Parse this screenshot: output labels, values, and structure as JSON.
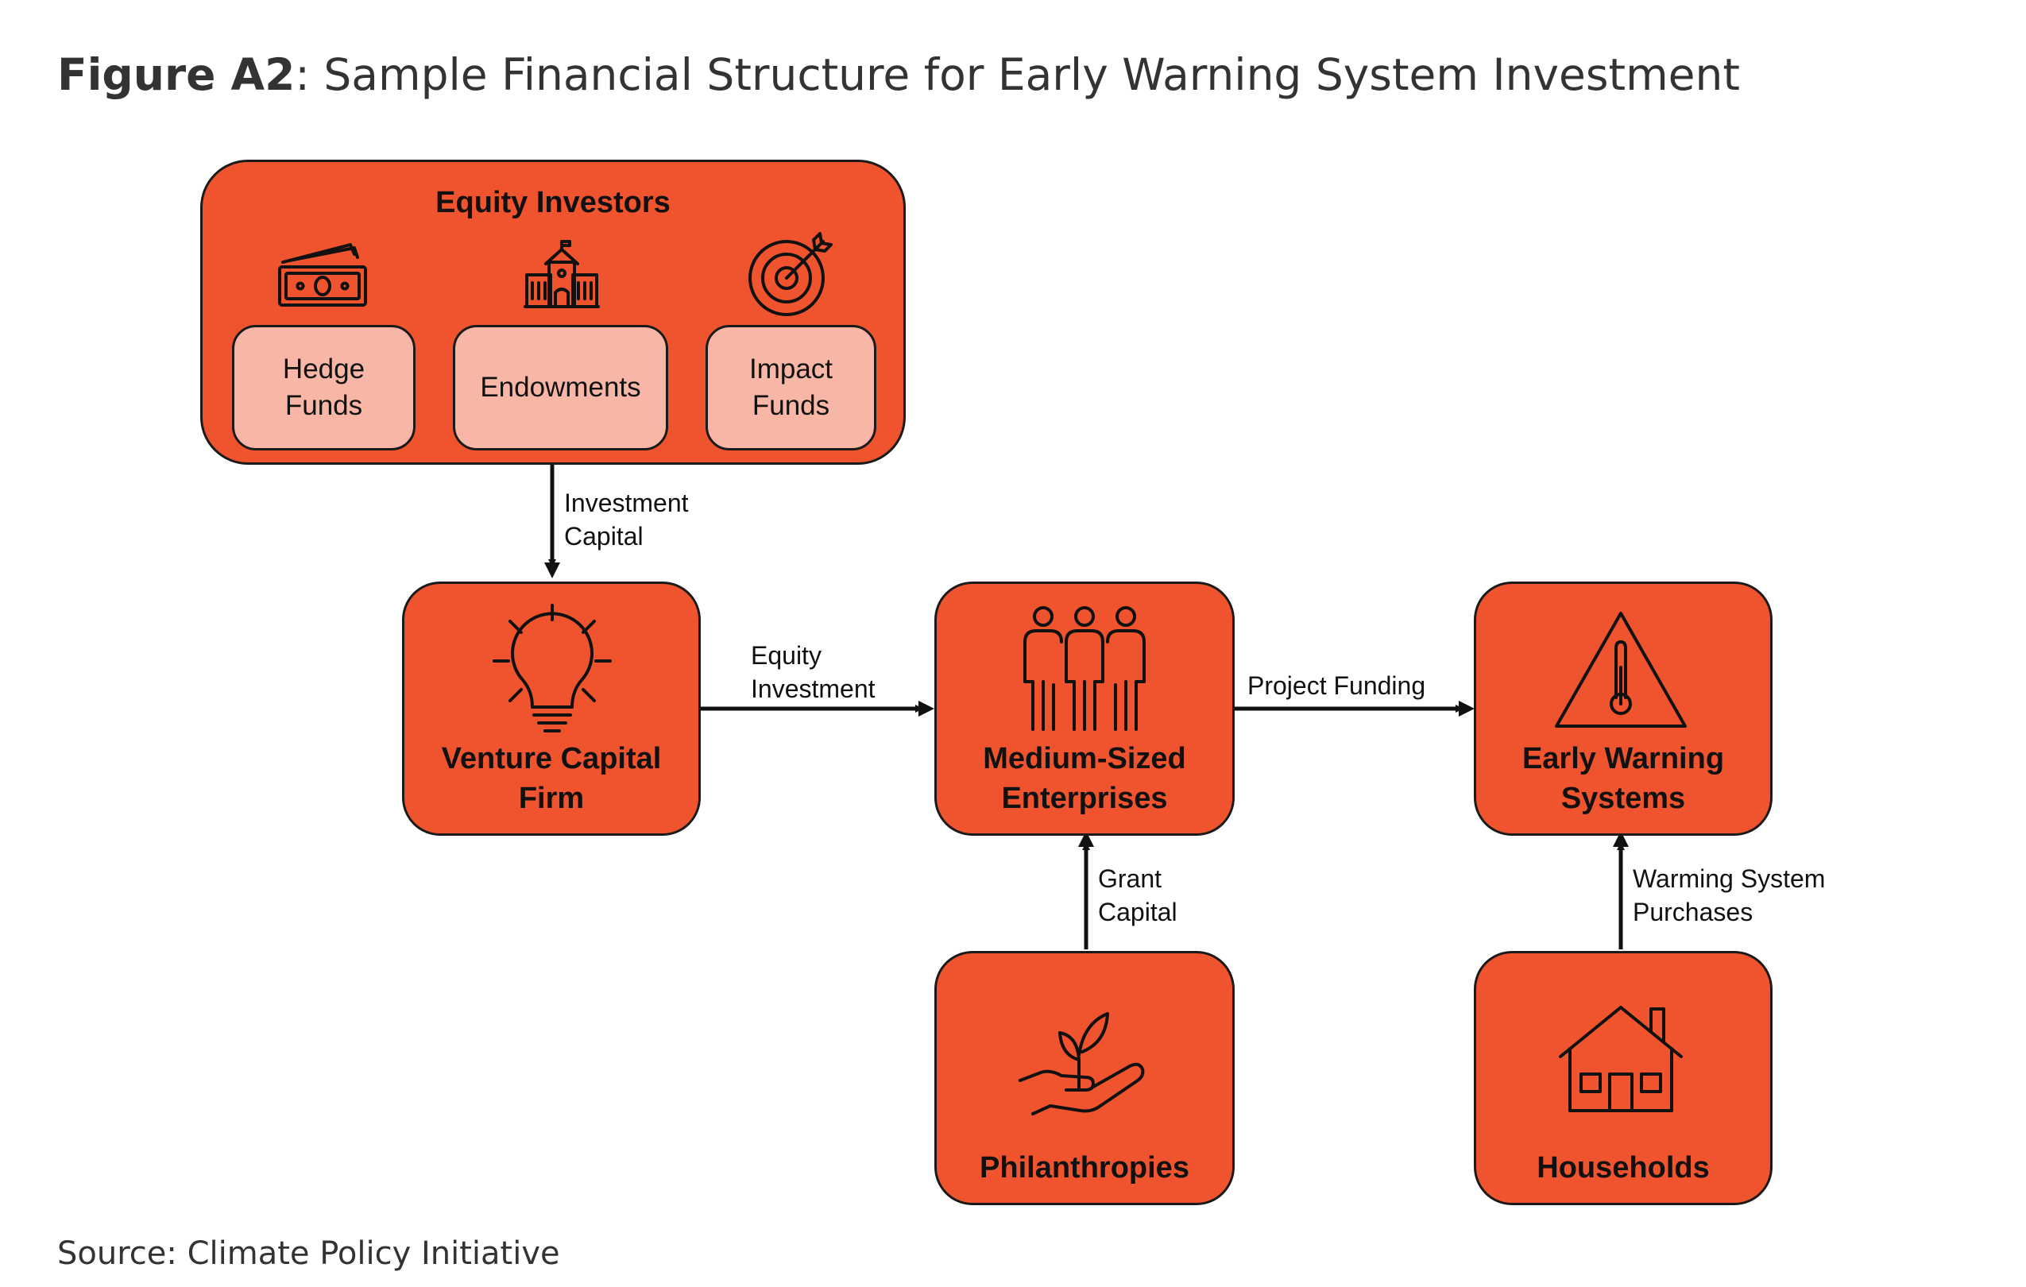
{
  "figure": {
    "title_bold": "Figure A2",
    "title_rest": ": Sample Financial Structure for Early Warning System Investment",
    "source": "Source: Climate Policy Initiative"
  },
  "nodes": {
    "equity_investors": {
      "label": "Equity Investors",
      "children": [
        {
          "label": "Hedge\nFunds",
          "icon": "money-icon"
        },
        {
          "label": "Endowments",
          "icon": "institution-icon"
        },
        {
          "label": "Impact\nFunds",
          "icon": "target-icon"
        }
      ]
    },
    "venture_capital": {
      "label": "Venture Capital\nFirm",
      "icon": "lightbulb-icon"
    },
    "medium_enterprises": {
      "label": "Medium-Sized\nEnterprises",
      "icon": "people-icon"
    },
    "early_warning": {
      "label": "Early Warning\nSystems",
      "icon": "warning-thermometer-icon"
    },
    "philanthropies": {
      "label": "Philanthropies",
      "icon": "hand-plant-icon"
    },
    "households": {
      "label": "Households",
      "icon": "house-icon"
    }
  },
  "flows": [
    {
      "from": "equity_investors",
      "to": "venture_capital",
      "label": "Investment\nCapital"
    },
    {
      "from": "venture_capital",
      "to": "medium_enterprises",
      "label": "Equity\nInvestment"
    },
    {
      "from": "medium_enterprises",
      "to": "early_warning",
      "label": "Project Funding"
    },
    {
      "from": "philanthropies",
      "to": "medium_enterprises",
      "label": "Grant\nCapital"
    },
    {
      "from": "households",
      "to": "early_warning",
      "label": "Warming System\nPurchases"
    }
  ],
  "colors": {
    "node_fill": "#f0542e",
    "sub_fill": "#f8b7a6",
    "outline": "#1a1a1a"
  }
}
